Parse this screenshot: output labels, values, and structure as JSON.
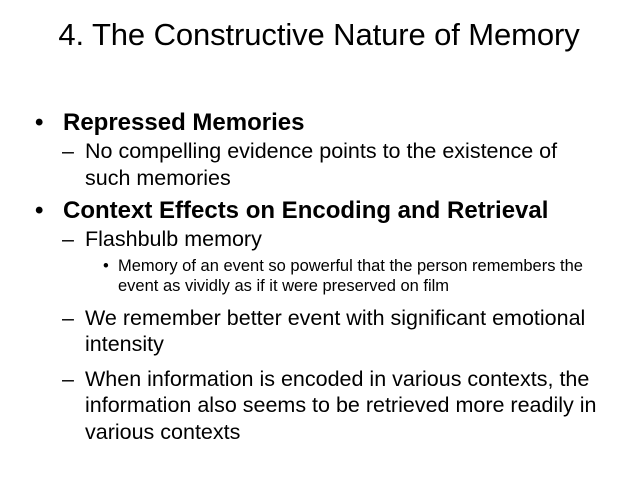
{
  "slide": {
    "background_color": "#ffffff",
    "text_color": "#000000",
    "title": "4. The Constructive Nature of Memory",
    "bullet_glyph": "•",
    "dash_glyph": "–",
    "content": [
      {
        "level": 1,
        "marker": "•",
        "text": "Repressed Memories"
      },
      {
        "level": 2,
        "marker": "–",
        "text": "No compelling evidence points to the existence of such memories"
      },
      {
        "level": 1,
        "marker": "•",
        "text": "Context Effects on Encoding and Retrieval"
      },
      {
        "level": 2,
        "marker": "–",
        "text": "Flashbulb memory"
      },
      {
        "level": 3,
        "marker": "•",
        "text": "Memory of an event so powerful that the person remembers the event as vividly as if it were preserved on film"
      },
      {
        "level": 2,
        "marker": "–",
        "text": "We remember better event with significant emotional intensity"
      },
      {
        "level": 2,
        "marker": "–",
        "text": "When information is encoded in various contexts, the information also seems to be retrieved more readily in various contexts"
      }
    ]
  }
}
